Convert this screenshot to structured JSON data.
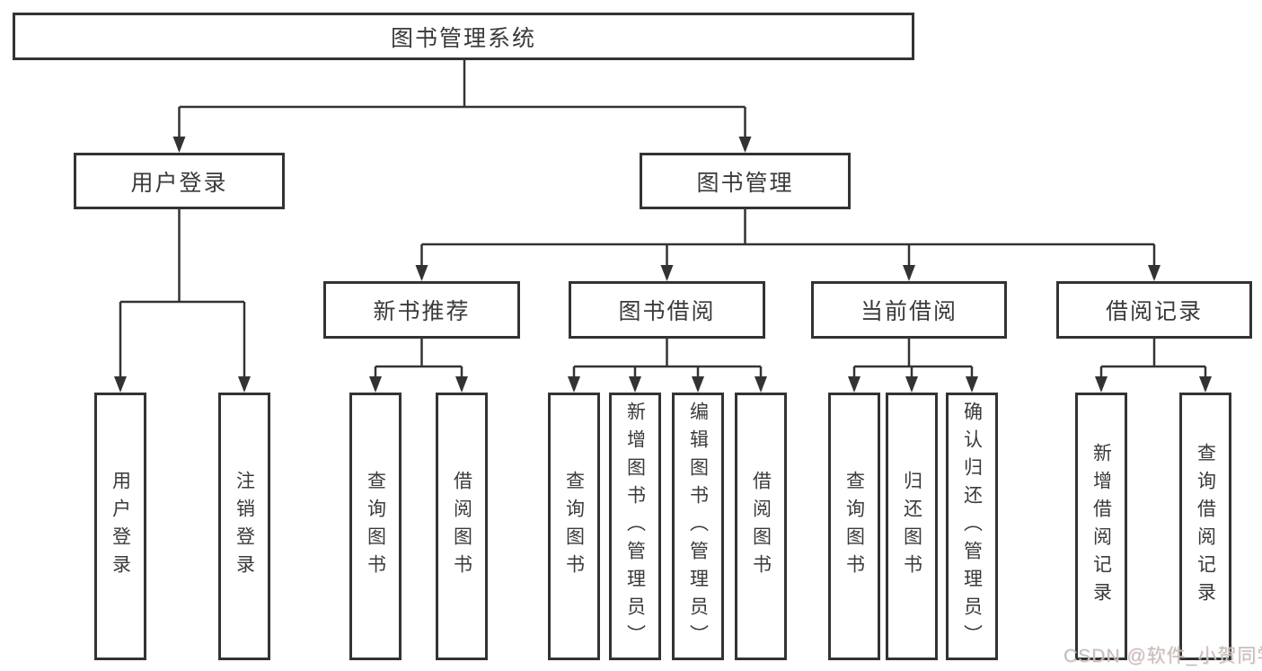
{
  "diagram": {
    "root_label": "图书管理系统",
    "branches": [
      {
        "label": "用户登录",
        "children": [
          "用户登录",
          "注销登录"
        ]
      },
      {
        "label": "图书管理",
        "children": [
          {
            "label": "新书推荐",
            "children": [
              "查询图书",
              "借阅图书"
            ]
          },
          {
            "label": "图书借阅",
            "children": [
              "查询图书",
              "新增图书（管理员）",
              "编辑图书（管理员）",
              "借阅图书"
            ]
          },
          {
            "label": "当前借阅",
            "children": [
              "查询图书",
              "归还图书",
              "确认归还（管理员）"
            ]
          },
          {
            "label": "借阅记录",
            "children": [
              "新增借阅记录",
              "查询借阅记录"
            ]
          }
        ]
      }
    ],
    "watermark": "CSDN @软件_小贺同学",
    "colors": {
      "line": "#333333",
      "box_border": "#333333",
      "box_fill": "#ffffff",
      "text": "#3a3a3a",
      "watermark": "#bfbfbf",
      "background": "#ffffff"
    }
  }
}
